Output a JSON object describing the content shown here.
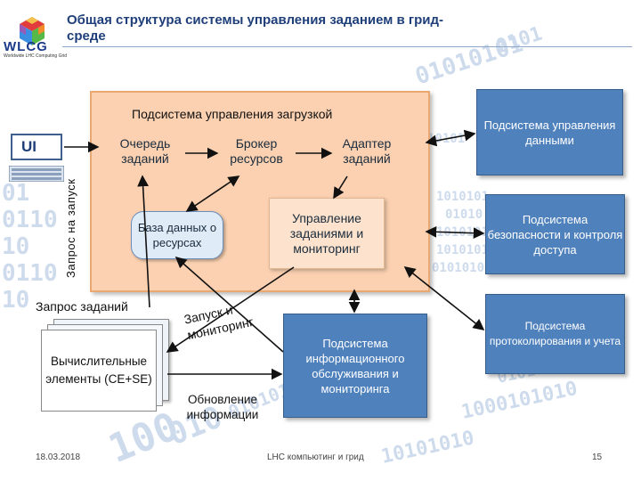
{
  "title": "Общая структура системы управления заданием в грид-среде",
  "logo": {
    "text": "WLCG",
    "subtitle": "Worldwide LHC Computing Grid"
  },
  "ui_label": "UI",
  "side_label": "Запрос на запуск",
  "load_subsystem": {
    "label": "Подсистема управления загрузкой",
    "queue": "Очередь заданий",
    "broker": "Брокер ресурсов",
    "adapter": "Адаптер заданий",
    "resource_db": "База данных о ресурсах",
    "job_management": "Управление заданиями и мониторинг"
  },
  "right_boxes": {
    "data_mgmt": "Подсистема управления данными",
    "security": "Подсистема безопасности и контроля доступа",
    "logging": "Подсистема протоколирования и учета"
  },
  "job_request": "Запрос заданий",
  "compute_elements": "Вычислительные элементы (CE+SE)",
  "launch_monitoring": "Запуск и мониторинг",
  "info_update": "Обновление информации",
  "info_service": "Подсистема информационного обслуживания и мониторинга",
  "footer": {
    "date": "18.03.2018",
    "center": "LHC компьютинг и грид",
    "page": "15"
  },
  "colors": {
    "panel_fill": "#fbd1b1",
    "blue_box": "#4f81bd",
    "title": "#1f3f7a"
  }
}
